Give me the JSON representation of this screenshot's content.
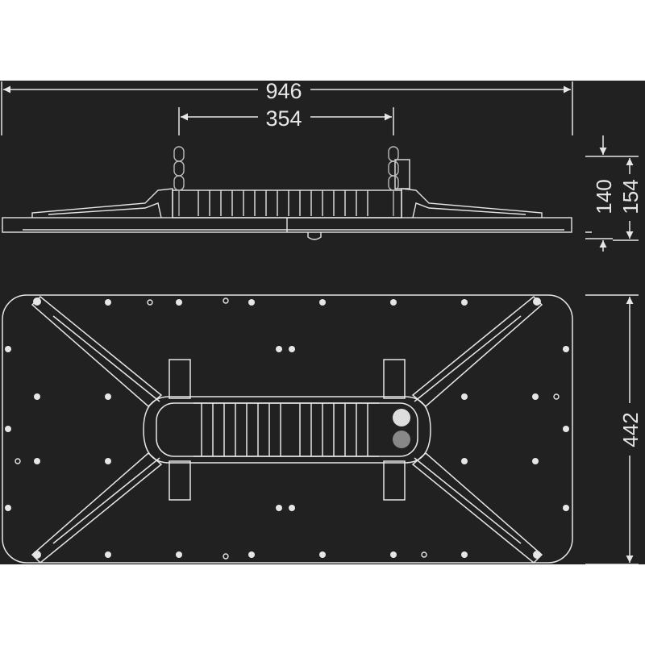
{
  "drawing": {
    "background": "#212121",
    "line_color": "#e6e6e6",
    "side_view": {
      "dimensions": {
        "overall_width": "946",
        "suspension_distance": "354",
        "body_height": "140",
        "total_height": "154"
      }
    },
    "plan_view": {
      "dimensions": {
        "depth": "442"
      }
    }
  }
}
